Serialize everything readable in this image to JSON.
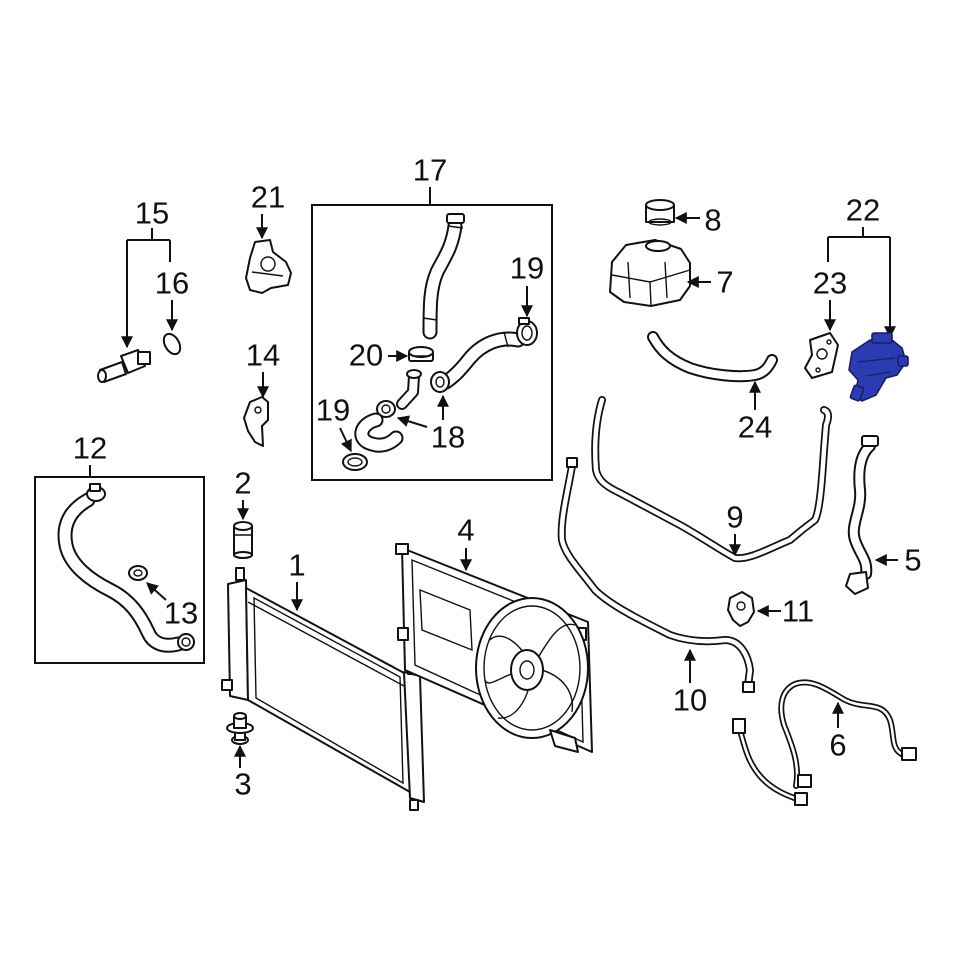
{
  "diagram": {
    "highlight_color": "#2b3bb3",
    "line_color": "#111111",
    "callouts": [
      "1",
      "2",
      "3",
      "4",
      "5",
      "6",
      "7",
      "8",
      "9",
      "10",
      "11",
      "12",
      "13",
      "14",
      "15",
      "16",
      "17",
      "18",
      "19",
      "19",
      "20",
      "21",
      "22",
      "23",
      "24"
    ]
  }
}
